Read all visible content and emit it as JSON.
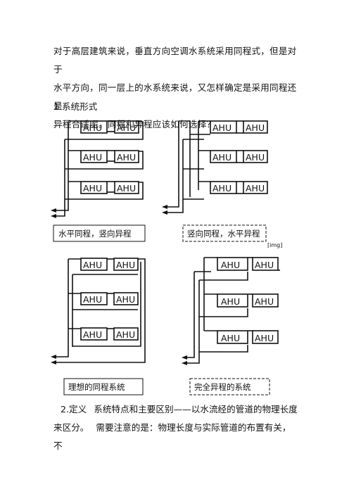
{
  "intro": {
    "line1": "对于高层建筑来说，垂直方向空调水系统采用同程式，但是对于",
    "line2": "水平方向，同一层上的水系统来说，又怎样确定是采用同程还是",
    "line3": "异程合适呢。同程和异程应该如何选择？"
  },
  "section_heading": "1.系统形式",
  "diagrams": {
    "unit_label": "AHU",
    "caption_top_left": "水平同程，竖向异程",
    "caption_top_right": "竖向同程，水平异程",
    "caption_bottom_left": "理想的同程系统",
    "caption_bottom_right": "完全异程的系统",
    "image_tag": "[img]"
  },
  "definition": {
    "lead": "2.定义",
    "line1_rest": "系统特点和主要区别——以水流经的管道的物理长度",
    "line2a": "来区分。",
    "line2b": "需要注意的是：物理长度与实际管道的布置有关，不"
  }
}
